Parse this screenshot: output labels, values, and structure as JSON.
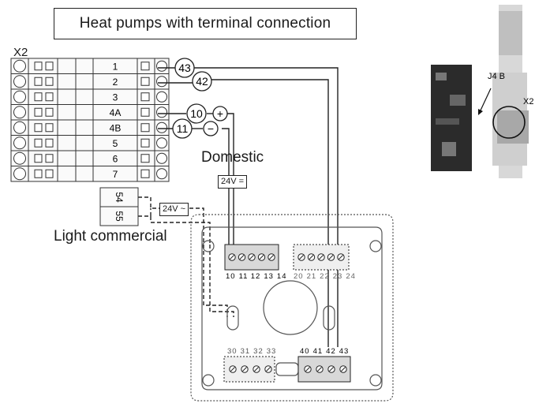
{
  "title": "Heat pumps with terminal connection",
  "x2_label": "X2",
  "x2_rows": [
    "1",
    "2",
    "3",
    "4A",
    "4B",
    "5",
    "6",
    "7"
  ],
  "wire_tags": [
    "43",
    "42",
    "10",
    "11"
  ],
  "polarity": [
    "+",
    "−"
  ],
  "domestic_label": "Domestic",
  "domestic_voltage": "24V =",
  "light_commercial_label": "Light commercial",
  "light_commercial_voltage": "24V ~",
  "lc_terminals": [
    "54",
    "55"
  ],
  "thermostat_terminals": {
    "left_group": [
      "10",
      "11",
      "12",
      "13",
      "14"
    ],
    "right_group": [
      "20",
      "21",
      "22",
      "23",
      "24"
    ],
    "bottom_left_group": [
      "30",
      "31",
      "32",
      "33"
    ],
    "bottom_right_group": [
      "40",
      "41",
      "42",
      "43"
    ]
  },
  "detail_labels": {
    "connector": "J4 B",
    "terminal": "X2"
  }
}
